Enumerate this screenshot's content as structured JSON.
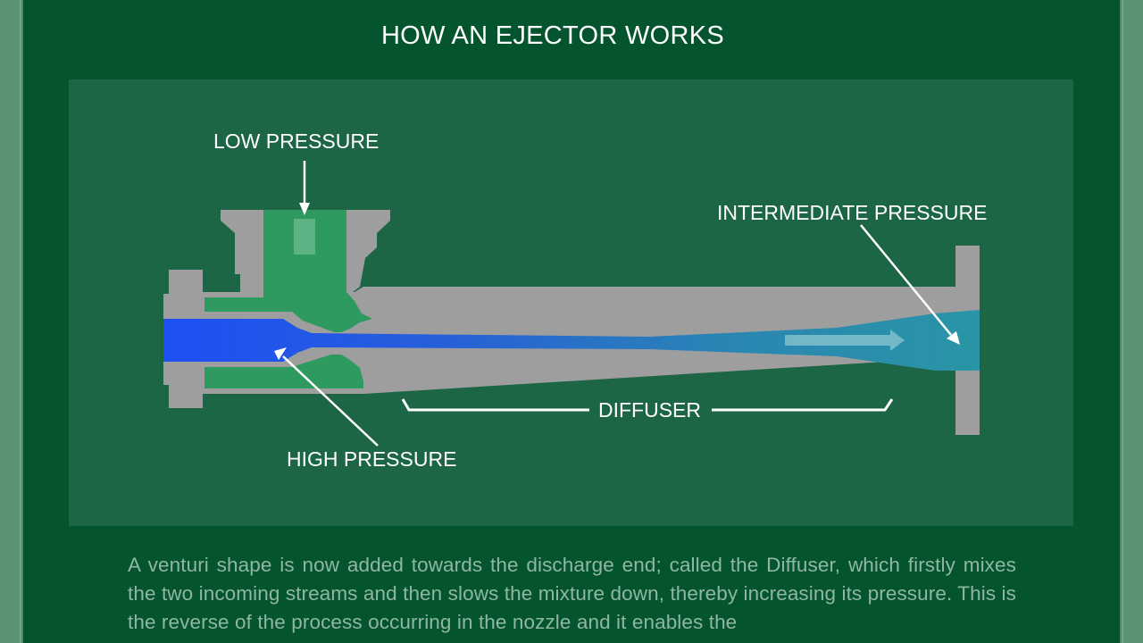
{
  "title": "HOW AN EJECTOR WORKS",
  "diagram": {
    "labels": {
      "low_pressure": "LOW PRESSURE",
      "intermediate_pressure": "INTERMEDIATE PRESSURE",
      "high_pressure": "HIGH PRESSURE",
      "diffuser": "DIFFUSER"
    },
    "colors": {
      "body": "#9e9e9e",
      "suction_chamber": "#2f9a60",
      "motive_fluid": "#1e4ff5",
      "discharge_mix": "#2a90a8",
      "panel": "#1c6545",
      "slide": "#04552e"
    }
  },
  "body_text": "A venturi shape is now added towards the discharge end; called the Diffuser, which firstly mixes the two incoming streams and then slows the mixture down, thereby increasing its pressure. This is the reverse of the process occurring in the nozzle and it enables the"
}
